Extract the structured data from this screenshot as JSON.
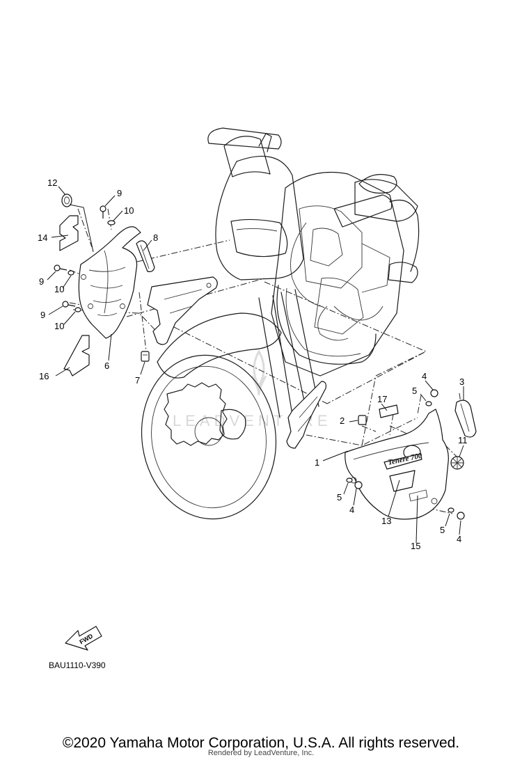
{
  "diagram": {
    "callouts": {
      "c1": "1",
      "c2": "2",
      "c3": "3",
      "c4a": "4",
      "c4b": "4",
      "c4c": "4",
      "c5a": "5",
      "c5b": "5",
      "c5c": "5",
      "c6": "6",
      "c7": "7",
      "c8": "8",
      "c9a": "9",
      "c9b": "9",
      "c9c": "9",
      "c10a": "10",
      "c10b": "10",
      "c10c": "10",
      "c11": "11",
      "c12": "12",
      "c13": "13",
      "c14": "14",
      "c15": "15",
      "c16": "16",
      "c17": "17"
    },
    "fwd_label": "FWD",
    "decal_text": "Tenere 700",
    "diagram_code": "BAU1110-V390",
    "watermark": "LEADVENTURE"
  },
  "footer": {
    "copyright": "©2020 Yamaha Motor Corporation, U.S.A. All rights reserved.",
    "render_credit": "Rendered by LeadVenture, Inc."
  }
}
